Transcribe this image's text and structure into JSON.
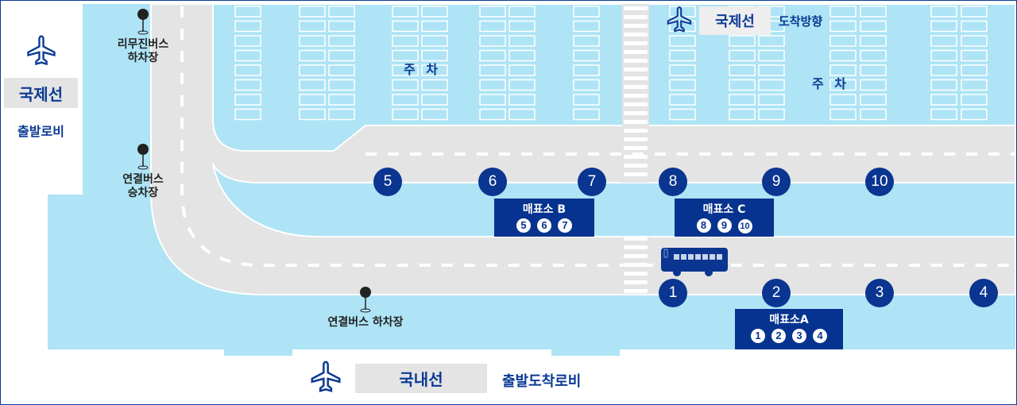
{
  "colors": {
    "water": "#aee4f5",
    "road": "#e4e4e4",
    "navy": "#06338f",
    "label_box": "#e4e4e4"
  },
  "international_departure": {
    "icon": "airplane-icon",
    "title": "국제선",
    "subtitle": "출발로비"
  },
  "international_arrival": {
    "icon": "airplane-icon",
    "title": "국제선",
    "subtitle": "도착방향"
  },
  "domestic": {
    "icon": "airplane-icon",
    "title": "국내선",
    "subtitle": "출발도착로비"
  },
  "parking": {
    "left": "주 차",
    "right": "주 차"
  },
  "pins": [
    {
      "icon": "map-pin-icon",
      "line1": "리무진버스",
      "line2": "하차장"
    },
    {
      "icon": "map-pin-icon",
      "line1": "연결버스",
      "line2": "승차장"
    },
    {
      "icon": "map-pin-icon",
      "line1": "연결버스 하차장",
      "line2": ""
    }
  ],
  "stops": [
    "1",
    "2",
    "3",
    "4",
    "5",
    "6",
    "7",
    "8",
    "9",
    "10"
  ],
  "ticket_offices": {
    "a": {
      "title": "매표소A",
      "stops": [
        "1",
        "2",
        "3",
        "4"
      ]
    },
    "b": {
      "title": "매표소 B",
      "stops": [
        "5",
        "6",
        "7"
      ]
    },
    "c": {
      "title": "매표소 C",
      "stops": [
        "8",
        "9",
        "10"
      ]
    }
  },
  "bus": {
    "icon": "bus-icon"
  }
}
